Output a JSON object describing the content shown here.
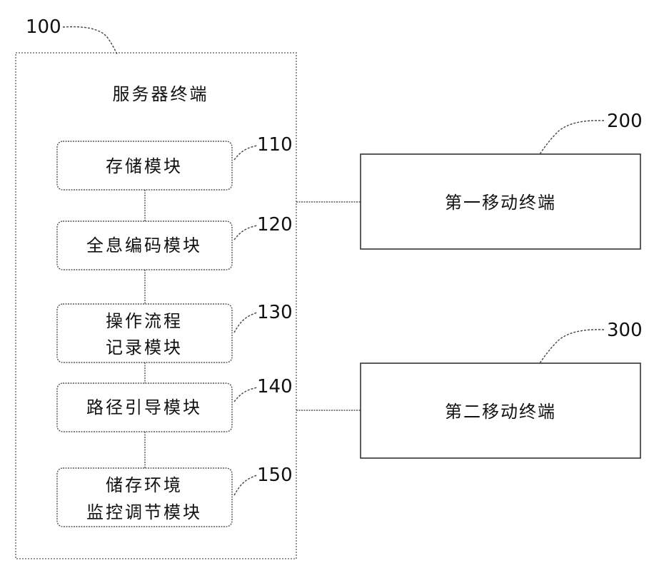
{
  "server": {
    "ref": "100",
    "title": "服务器终端",
    "modules": [
      {
        "ref": "110",
        "lines": [
          "存储模块"
        ]
      },
      {
        "ref": "120",
        "lines": [
          "全息编码模块"
        ]
      },
      {
        "ref": "130",
        "lines": [
          "操作流程",
          "记录模块"
        ]
      },
      {
        "ref": "140",
        "lines": [
          "路径引导模块"
        ]
      },
      {
        "ref": "150",
        "lines": [
          "储存环境",
          "监控调节模块"
        ]
      }
    ]
  },
  "terminals": [
    {
      "ref": "200",
      "label": "第一移动终端"
    },
    {
      "ref": "300",
      "label": "第二移动终端"
    }
  ]
}
